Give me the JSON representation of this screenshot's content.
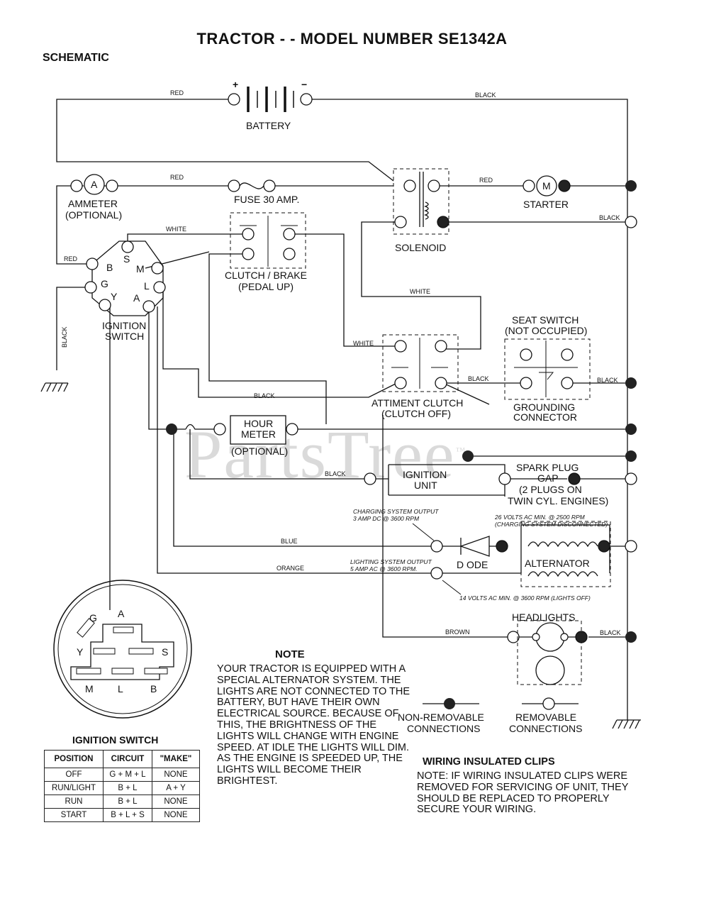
{
  "title": "TRACTOR - - MODEL NUMBER SE1342A",
  "subtitle": "SCHEMATIC",
  "watermark": "PartsTree",
  "watermark_mark": "™",
  "components": {
    "battery": "BATTERY",
    "battery_plus": "+",
    "battery_minus": "−",
    "ammeter_symbol": "A",
    "ammeter_1": "AMMETER",
    "ammeter_2": "(OPTIONAL)",
    "fuse": "FUSE 30 AMP.",
    "solenoid": "SOLENOID",
    "starter_symbol": "M",
    "starter": "STARTER",
    "clutch_brake_1": "CLUTCH / BRAKE",
    "clutch_brake_2": "(PEDAL UP)",
    "ignition_switch_1": "IGNITION",
    "ignition_switch_2": "SWITCH",
    "seat_switch_1": "SEAT SWITCH",
    "seat_switch_2": "(NOT OCCUPIED)",
    "attachment_clutch_1": "ATTIMENT CLUTCH",
    "attachment_clutch_2": "(CLUTCH OFF)",
    "grounding_1": "GROUNDING",
    "grounding_2": "CONNECTOR",
    "hour_meter_1": "HOUR",
    "hour_meter_2": "METER",
    "hour_meter_3": "(OPTIONAL)",
    "ignition_unit_1": "IGNITION",
    "ignition_unit_2": "UNIT",
    "spark_plug_1": "SPARK PLUG",
    "spark_plug_2": "GAP",
    "spark_plug_3": "(2 PLUGS ON",
    "spark_plug_4": "TWIN CYL. ENGINES)",
    "diode": "D ODE",
    "alternator": "ALTERNATOR",
    "headlights": "HEADLIGHTS",
    "non_removable_1": "NON-REMOVABLE",
    "non_removable_2": "CONNECTIONS",
    "removable_1": "REMOVABLE",
    "removable_2": "CONNECTIONS"
  },
  "terminals": {
    "B": "B",
    "S": "S",
    "M": "M",
    "G": "G",
    "L": "L",
    "Y": "Y",
    "A": "A"
  },
  "wires": {
    "red_top": "RED",
    "black_top": "BLACK",
    "red_fuse": "RED",
    "red_starter": "RED",
    "black_solenoid": "BLACK",
    "white_clutch": "WHITE",
    "red_ign": "RED",
    "black_ground": "BLACK",
    "white_mid": "WHITE",
    "white_attach": "WHITE",
    "black_seat": "BLACK",
    "black_ground_right": "BLACK",
    "black_center": "BLACK",
    "black_ign_unit": "BLACK",
    "blue": "BLUE",
    "orange": "ORANGE",
    "brown": "BROWN",
    "black_headlight": "BLACK"
  },
  "specs": {
    "charging_1": "CHARGING SYSTEM OUTPUT",
    "charging_2": "3 AMP DC @ 3600 RPM",
    "volts_dc_1": "26 VOLTS AC MIN. @ 2500 RPM",
    "volts_dc_2": "(CHARGING SYSTEM DISCONNECTED)",
    "lighting_1": "LIGHTING SYSTEM OUTPUT",
    "lighting_2": "5 AMP AC @ 3600 RPM.",
    "volts_ac": "14 VOLTS AC MIN. @ 3600 RPM (LIGHTS OFF)"
  },
  "ign_diagram": {
    "G": "G",
    "A": "A",
    "Y": "Y",
    "S": "S",
    "M": "M",
    "L": "L",
    "B": "B"
  },
  "note": {
    "heading": "NOTE",
    "body": "YOUR TRACTOR IS EQUIPPED WITH A SPECIAL ALTERNATOR SYSTEM. THE LIGHTS ARE NOT CONNECTED TO THE BATTERY, BUT HAVE THEIR OWN ELECTRICAL SOURCE. BECAUSE OF THIS, THE BRIGHTNESS OF THE LIGHTS WILL CHANGE WITH ENGINE SPEED. AT IDLE THE LIGHTS WILL DIM. AS THE ENGINE IS SPEEDED UP, THE LIGHTS WILL BECOME THEIR BRIGHTEST."
  },
  "clips": {
    "heading": "WIRING INSULATED CLIPS",
    "body": "NOTE: IF WIRING INSULATED CLIPS WERE REMOVED FOR SERVICING OF UNIT, THEY SHOULD BE REPLACED TO PROPERLY SECURE YOUR WIRING."
  },
  "ignition_table": {
    "heading": "IGNITION SWITCH",
    "columns": [
      "POSITION",
      "CIRCUIT",
      "\"MAKE\""
    ],
    "rows": [
      [
        "OFF",
        "G + M + L",
        "NONE"
      ],
      [
        "RUN/LIGHT",
        "B + L",
        "A + Y"
      ],
      [
        "RUN",
        "B + L",
        "NONE"
      ],
      [
        "START",
        "B + L + S",
        "NONE"
      ]
    ]
  }
}
